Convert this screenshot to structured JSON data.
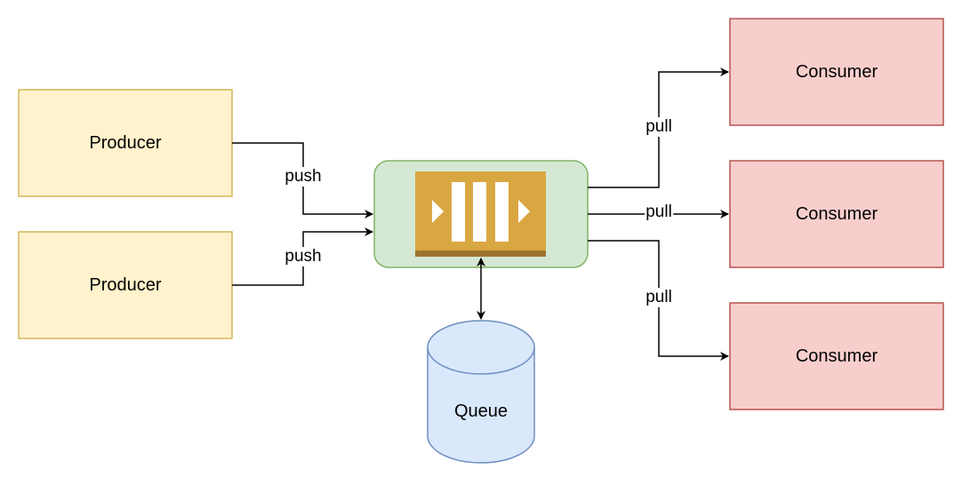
{
  "nodes": {
    "producer_1": "Producer",
    "producer_2": "Producer",
    "consumer_1": "Consumer",
    "consumer_2": "Consumer",
    "consumer_3": "Consumer",
    "queue": "Queue"
  },
  "edges": {
    "push_1": "push",
    "push_2": "push",
    "pull_1": "pull",
    "pull_2": "pull",
    "pull_3": "pull"
  },
  "colors": {
    "producer_fill": "#fff2cc",
    "producer_stroke": "#d6b656",
    "consumer_fill": "#f8cecc",
    "consumer_stroke": "#b85450",
    "broker_fill": "#d5e8d4",
    "broker_stroke": "#82b366",
    "queue_fill": "#dae8fc",
    "queue_stroke": "#6c8ebf",
    "queue_icon": "#d9a741",
    "queue_icon_shadow": "#9d7430"
  },
  "icons": {
    "broker": "message-queue-icon"
  }
}
